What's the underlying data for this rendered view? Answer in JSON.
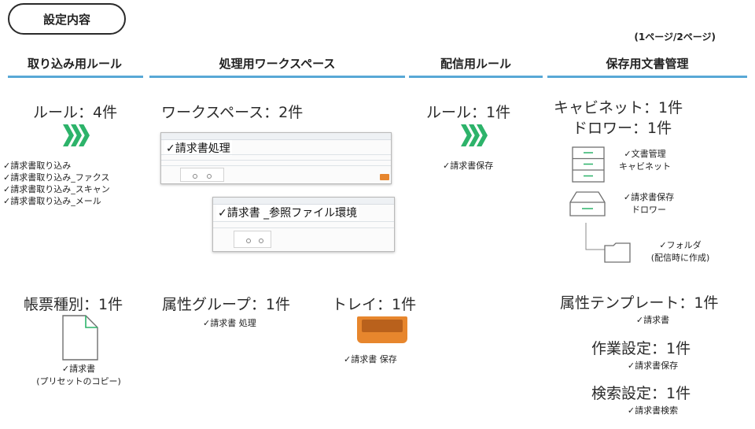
{
  "header": {
    "settings_label": "設定内容",
    "page_indicator": "(1ページ/2ページ)"
  },
  "sections": {
    "intake": "取り込み用ルール",
    "workspace": "処理用ワークスペース",
    "delivery": "配信用ルール",
    "storage": "保存用文書管理"
  },
  "intake": {
    "rule_count": "ルール：4件",
    "rules": [
      "✓請求書取り込み",
      "✓請求書取り込み_ファクス",
      "✓請求書取り込み_スキャン",
      "✓請求書取り込み_メール"
    ],
    "form_type_count": "帳票種別：1件",
    "form_type_name": "✓請求書",
    "form_type_note": "(プリセットのコピー)"
  },
  "workspace": {
    "count": "ワークスペース：2件",
    "shot1_label": "✓請求書処理",
    "shot2_label": "✓請求書 _参照ファイル環境",
    "attr_group_count": "属性グループ：1件",
    "attr_group_name": "✓請求書 処理",
    "tray_count": "トレイ：1件",
    "tray_name": "✓請求書 保存"
  },
  "delivery": {
    "rule_count": "ルール：1件",
    "rule_name": "✓請求書保存"
  },
  "storage": {
    "cabinet_count": "キャビネット：1件",
    "drawer_count": "ドロワー：1件",
    "cabinet_label_1": "✓文書管理",
    "cabinet_label_2": "キャビネット",
    "drawer_label_1": "✓請求書保存",
    "drawer_label_2": "ドロワー",
    "folder_label_1": "✓フォルダ",
    "folder_label_2": "(配信時に作成)",
    "attr_template_count": "属性テンプレート：1件",
    "attr_template_name": "✓請求書",
    "job_setting_count": "作業設定：1件",
    "job_setting_name": "✓請求書保存",
    "search_setting_count": "検索設定：1件",
    "search_setting_name": "✓請求書検索"
  },
  "colors": {
    "accent_line": "#58a8d6",
    "chevron": "#2db36a",
    "tray": "#e7862d"
  }
}
